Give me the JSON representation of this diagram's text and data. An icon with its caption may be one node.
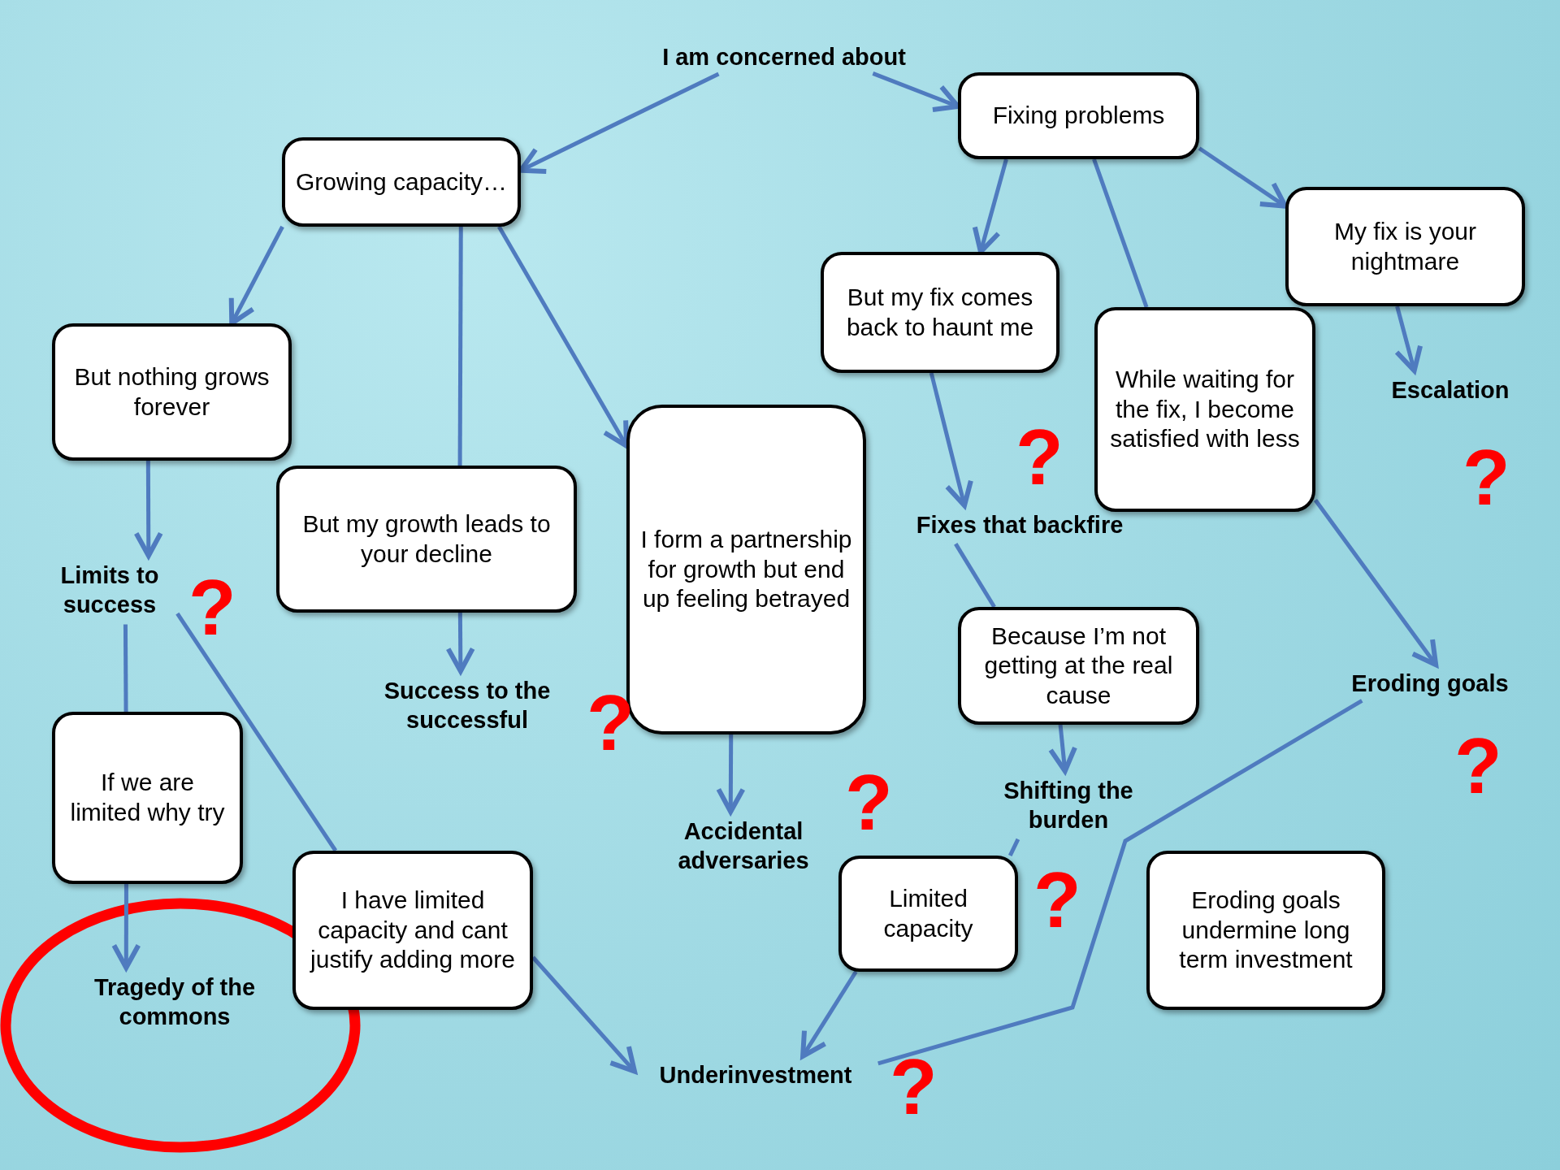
{
  "diagram": {
    "nodes": [
      {
        "text": [
          "I am concerned about"
        ]
      },
      {
        "text": [
          "Fixing problems"
        ]
      },
      {
        "text": [
          "Growing capacity…"
        ]
      },
      {
        "text": [
          "My fix is your nightmare"
        ]
      },
      {
        "text": [
          "But my fix comes back to haunt me"
        ]
      },
      {
        "text": [
          "But nothing grows forever"
        ]
      },
      {
        "text": [
          "While waiting for the fix, I become satisfied with less"
        ]
      },
      {
        "text": [
          "Escalation"
        ]
      },
      {
        "text": [
          "But my growth leads to your decline"
        ]
      },
      {
        "text": [
          "I form a partnership for growth but end up feeling betrayed"
        ]
      },
      {
        "text": [
          "Fixes that backfire"
        ]
      },
      {
        "text": [
          "Limits to success"
        ]
      },
      {
        "text": [
          "Because I’m not getting at the real cause"
        ]
      },
      {
        "text": [
          "Eroding goals"
        ]
      },
      {
        "text": [
          "Success to the successful"
        ]
      },
      {
        "text": [
          "If we are limited why try"
        ]
      },
      {
        "text": [
          "Shifting the burden"
        ]
      },
      {
        "text": [
          "Accidental adversaries"
        ]
      },
      {
        "text": [
          "I have limited capacity and cant justify adding more"
        ]
      },
      {
        "text": [
          "Limited capacity"
        ]
      },
      {
        "text": [
          "Eroding goals undermine long term investment"
        ]
      },
      {
        "text": [
          "Tragedy of the commons"
        ]
      },
      {
        "text": [
          "Underinvestment"
        ]
      }
    ],
    "edges": [
      {
        "from": 0,
        "to": 2,
        "arrow": "to"
      },
      {
        "from": 0,
        "to": 1,
        "arrow": "to"
      },
      {
        "from": 1,
        "to": 3,
        "arrow": "to"
      },
      {
        "from": 1,
        "to": 4,
        "arrow": "to"
      },
      {
        "from": 1,
        "to": 6,
        "arrow": "none"
      },
      {
        "from": 2,
        "to": 5,
        "arrow": "to"
      },
      {
        "from": 2,
        "to": 8,
        "arrow": "none"
      },
      {
        "from": 2,
        "to": 9,
        "arrow": "to"
      },
      {
        "from": 3,
        "to": 7,
        "arrow": "to"
      },
      {
        "from": 4,
        "to": 10,
        "arrow": "to"
      },
      {
        "from": 5,
        "to": 11,
        "arrow": "to"
      },
      {
        "from": 6,
        "to": 13,
        "arrow": "to"
      },
      {
        "from": 10,
        "to": 12,
        "arrow": "none"
      },
      {
        "from": 11,
        "to": 15,
        "arrow": "none"
      },
      {
        "from": 11,
        "to": 18,
        "arrow": "none"
      },
      {
        "from": 8,
        "to": 14,
        "arrow": "to"
      },
      {
        "from": 9,
        "to": 17,
        "arrow": "to"
      },
      {
        "from": 12,
        "to": 16,
        "arrow": "to"
      },
      {
        "from": 15,
        "to": 21,
        "arrow": "to"
      },
      {
        "from": 13,
        "to": 22,
        "arrow": "none"
      },
      {
        "from": 16,
        "to": 19,
        "arrow": "none"
      },
      {
        "from": 18,
        "to": 22,
        "arrow": "to"
      },
      {
        "from": 19,
        "to": 22,
        "arrow": "to"
      }
    ],
    "labels": [
      "?",
      "?",
      "?",
      "?",
      "?",
      "?",
      "?",
      "?"
    ]
  }
}
